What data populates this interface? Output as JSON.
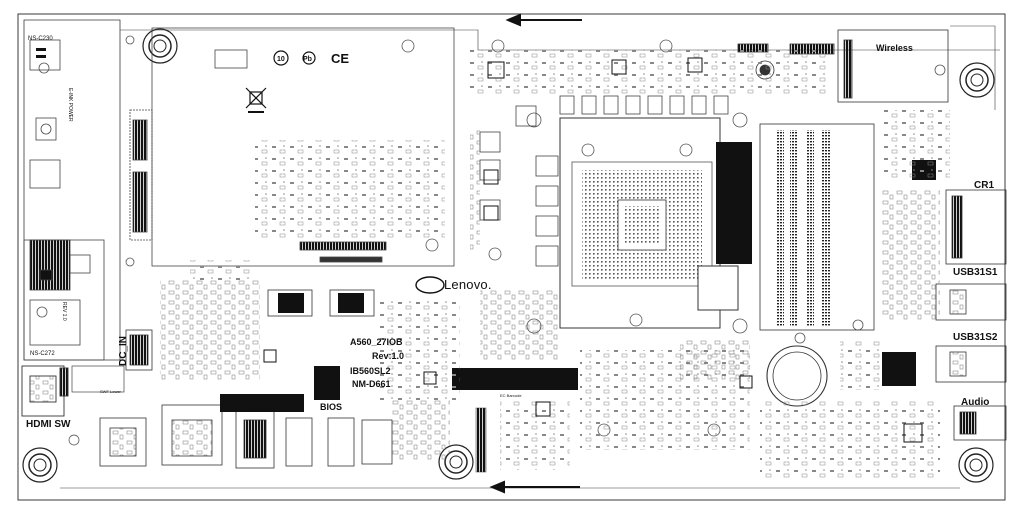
{
  "diagram": {
    "brand_logo": "Lenovo.",
    "model": "A560_27IOB",
    "revision": "Rev:1.0",
    "chipset_code": "IB560SL2",
    "board_code": "NM-D661",
    "connectors": {
      "wireless": "Wireless",
      "cr1": "CR1",
      "usb31s1": "USB31S1",
      "usb31s2": "USB31S2",
      "audio": "Audio",
      "hdmi_sw": "HDMI SW",
      "bios": "BIOS",
      "dc_in": "DC_IN"
    },
    "small_labels": {
      "ns_c230": "NS-C230",
      "ns_c272": "NS-C272",
      "eink_power": "E-INK POWER",
      "panel_side": "REV 1.0",
      "swf_lower": "SWF Lower",
      "mac_address": "MAC Address",
      "ec_barcode": "EC Barcode",
      "ce": "CE",
      "pb": "Pb",
      "ten": "10"
    },
    "colors": {
      "line": "#3a3a3a",
      "fill_dark": "#111111",
      "background": "#ffffff"
    }
  }
}
